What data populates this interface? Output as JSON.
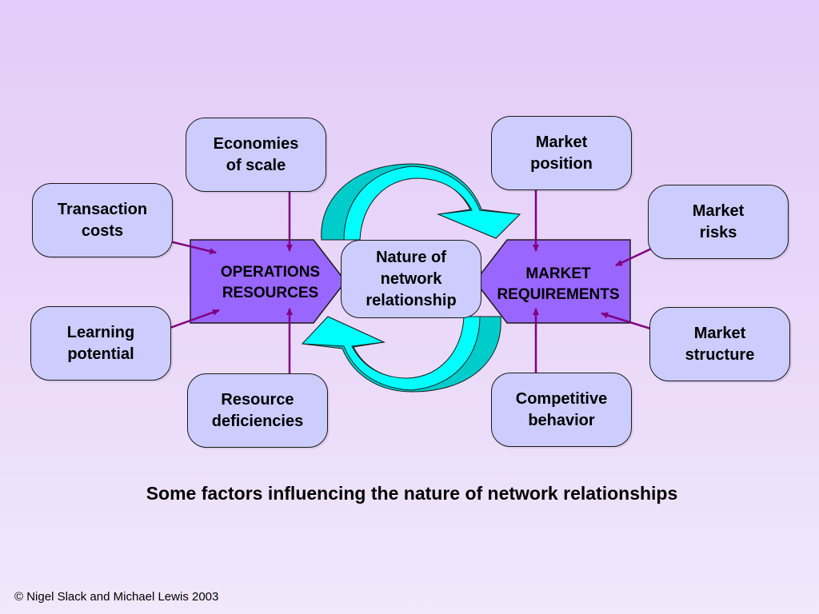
{
  "colors": {
    "background_top": "#e3ccf9",
    "factor_box_fill": "#ccccff",
    "hexagon_fill": "#9966ff",
    "arrow_color": "#800080",
    "cycle_arrow_fill": "#00ffff",
    "cycle_arrow_shadow": "#00cccc"
  },
  "icons": {
    "upper_cycle_arrow": "curved-arrow-clockwise-top",
    "lower_cycle_arrow": "curved-arrow-clockwise-bottom"
  },
  "diagram": {
    "operations_resources": "OPERATIONS\nRESOURCES",
    "market_requirements": "MARKET\nREQUIREMENTS",
    "center": "Nature of\nnetwork\nrelationship",
    "factors": {
      "economies_of_scale": "Economies\nof scale",
      "transaction_costs": "Transaction\ncosts",
      "learning_potential": "Learning\npotential",
      "resource_deficiencies": "Resource\ndeficiencies",
      "market_position": "Market\nposition",
      "market_risks": "Market\nrisks",
      "market_structure": "Market\nstructure",
      "competitive_behavior": "Competitive\nbehavior"
    }
  },
  "caption": "Some factors influencing the nature of network relationships",
  "copyright": "© Nigel Slack and Michael Lewis 2003"
}
